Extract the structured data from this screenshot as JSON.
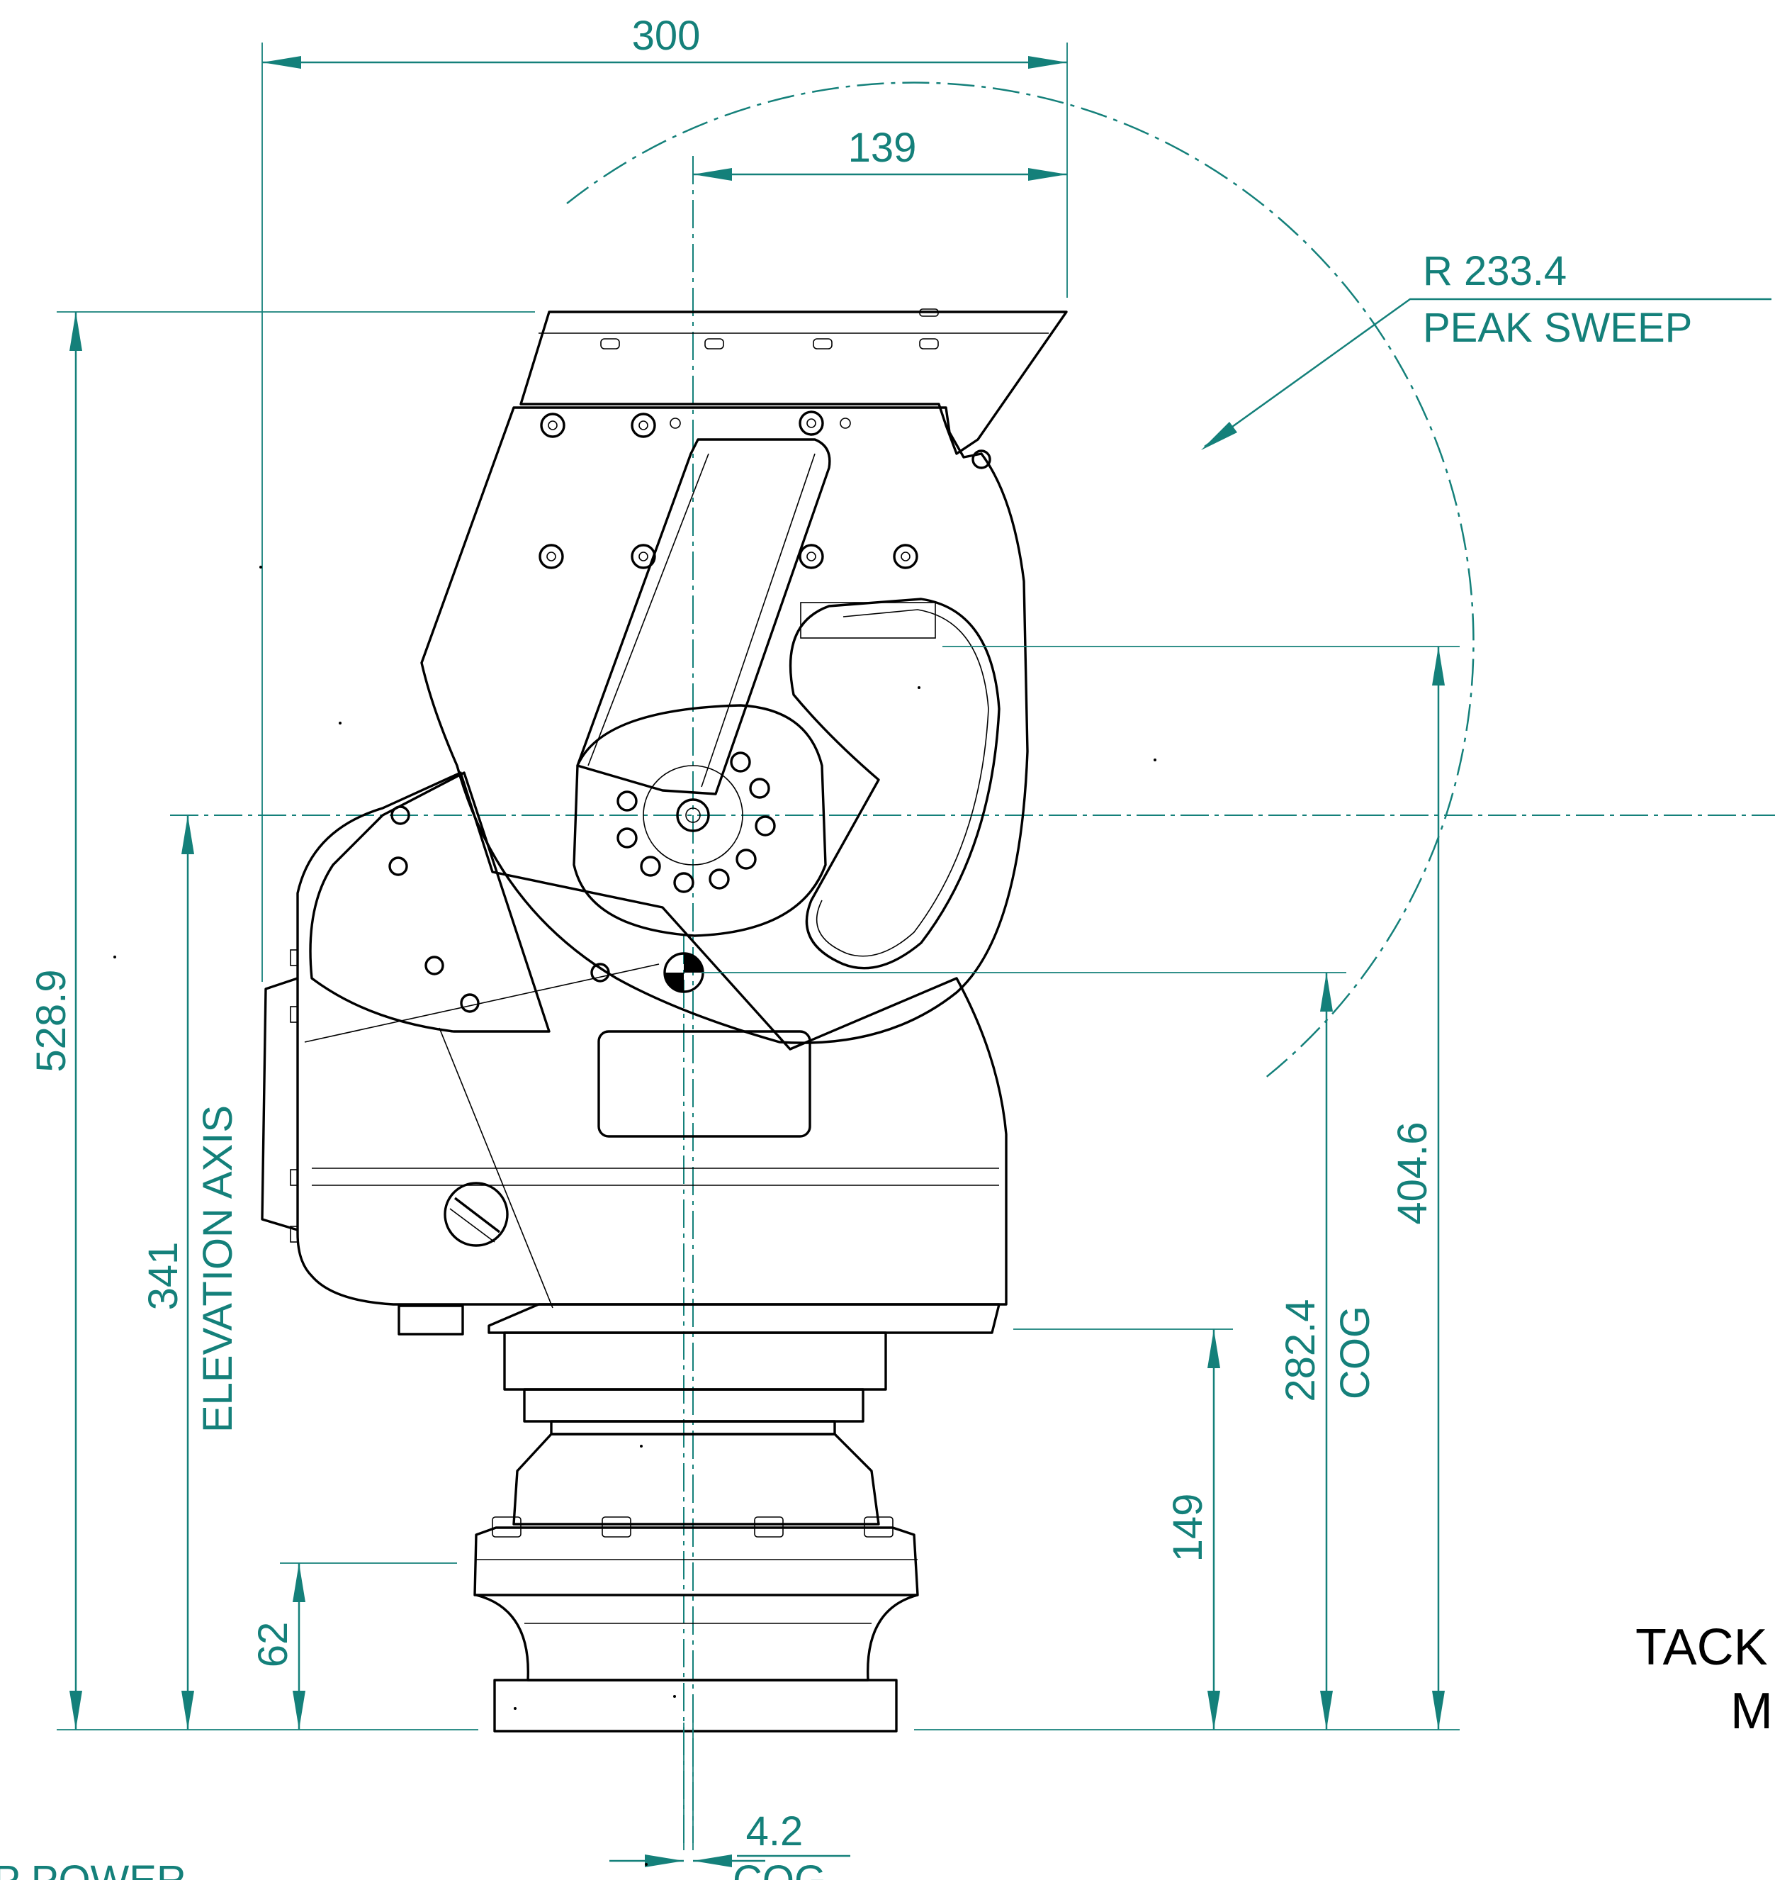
{
  "colors": {
    "dimension": "#14807a",
    "outline": "#000000",
    "background": "#ffffff"
  },
  "dimensions": {
    "overall_width": "300",
    "half_width": "139",
    "sweep_radius": "R  233.4",
    "sweep_label": "PEAK SWEEP",
    "overall_height": "528.9",
    "elevation_axis_value": "341",
    "elevation_axis_label": "ELEVATION AXIS",
    "upper_axis_height": "404.6",
    "cog_height_value": "282.4",
    "cog_height_label": "COG",
    "base_height": "149",
    "flange_height": "62",
    "cog_offset_value": "4.2",
    "cog_offset_label": "COG"
  },
  "notes": {
    "bottom_left": "P  POWER",
    "right_line1": "TACK",
    "right_line2": "M"
  }
}
